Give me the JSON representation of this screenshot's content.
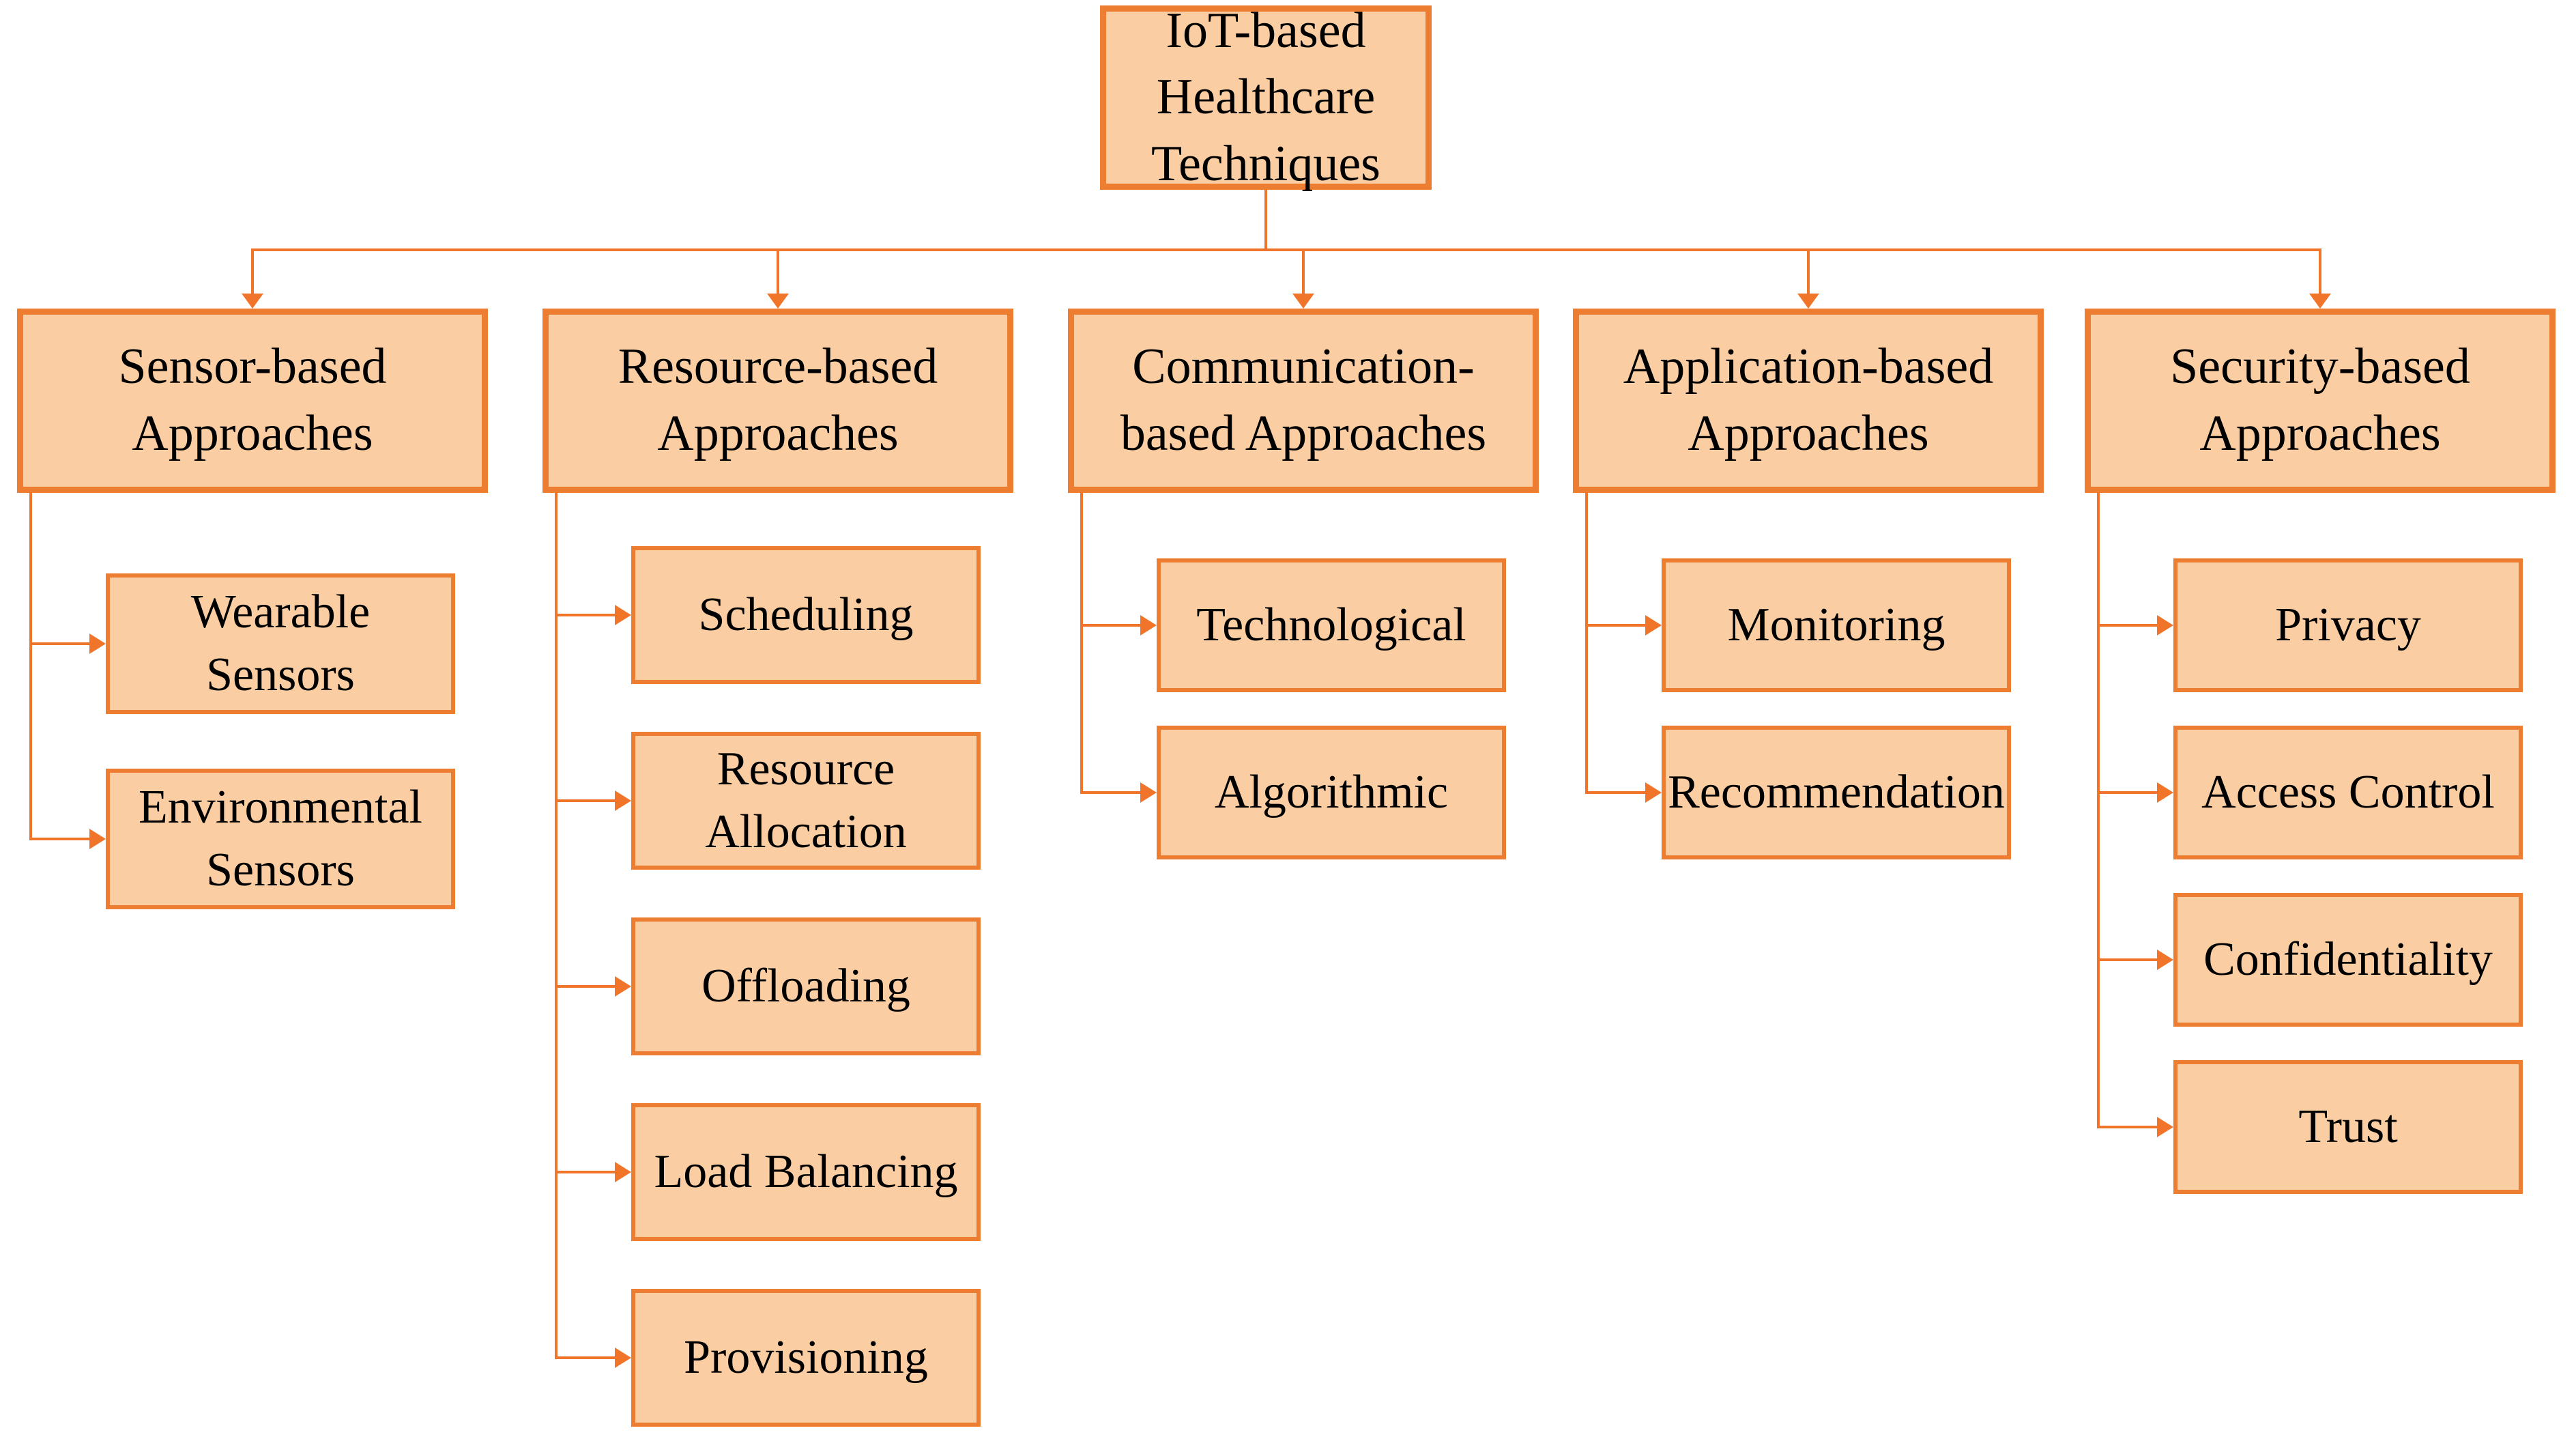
{
  "diagram": {
    "root": {
      "label": "IoT-based Healthcare\nTechniques"
    },
    "branches": [
      {
        "label": "Sensor-based\nApproaches",
        "children": [
          "Wearable\nSensors",
          "Environmental\nSensors"
        ]
      },
      {
        "label": "Resource-based\nApproaches",
        "children": [
          "Scheduling",
          "Resource\nAllocation",
          "Offloading",
          "Load Balancing",
          "Provisioning"
        ]
      },
      {
        "label": "Communication-\nbased Approaches",
        "children": [
          "Technological",
          "Algorithmic"
        ]
      },
      {
        "label": "Application-based\nApproaches",
        "children": [
          "Monitoring",
          "Recommendation"
        ]
      },
      {
        "label": "Security-based\nApproaches",
        "children": [
          "Privacy",
          "Access Control",
          "Confidentiality",
          "Trust"
        ]
      }
    ],
    "colors": {
      "box_fill": "#FACDA2",
      "box_border": "#ED7D31",
      "connector": "#F0752B",
      "text": "#000000",
      "background": "#FFFFFF"
    }
  }
}
